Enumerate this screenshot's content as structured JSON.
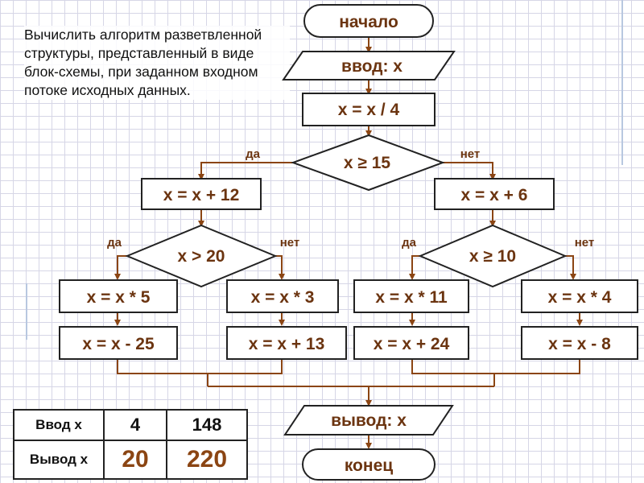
{
  "task": {
    "text": "Вычислить алгоритм разветвленной структуры, представленный в виде блок-схемы, при заданном входном потоке исходных данных."
  },
  "flowchart": {
    "start": "начало",
    "input": "ввод: х",
    "step1": "х = х / 4",
    "cond1": "х ≥ 15",
    "yes1": "да",
    "no1": "нет",
    "left_step": "х = х + 12",
    "right_step": "х = х + 6",
    "cond_left": "х > 20",
    "cond_right": "х ≥ 10",
    "yes_left": "да",
    "no_left": "нет",
    "yes_right": "да",
    "no_right": "нет",
    "box_a1": "х = х * 5",
    "box_a2": "х = х - 25",
    "box_b1": "х = х * 3",
    "box_b2": "х = х + 13",
    "box_c1": "х = х * 11",
    "box_c2": "х = х + 24",
    "box_d1": "х = х * 4",
    "box_d2": "х = х - 8",
    "output": "вывод: х",
    "end": "конец"
  },
  "io_table": {
    "input_label": "Ввод х",
    "output_label": "Вывод х",
    "inputs": [
      "4",
      "148"
    ],
    "outputs": [
      "20",
      "220"
    ]
  },
  "colors": {
    "line": "#8b4513",
    "text": "#6b3410",
    "shape_border": "#222222",
    "result": "#8b4513"
  }
}
